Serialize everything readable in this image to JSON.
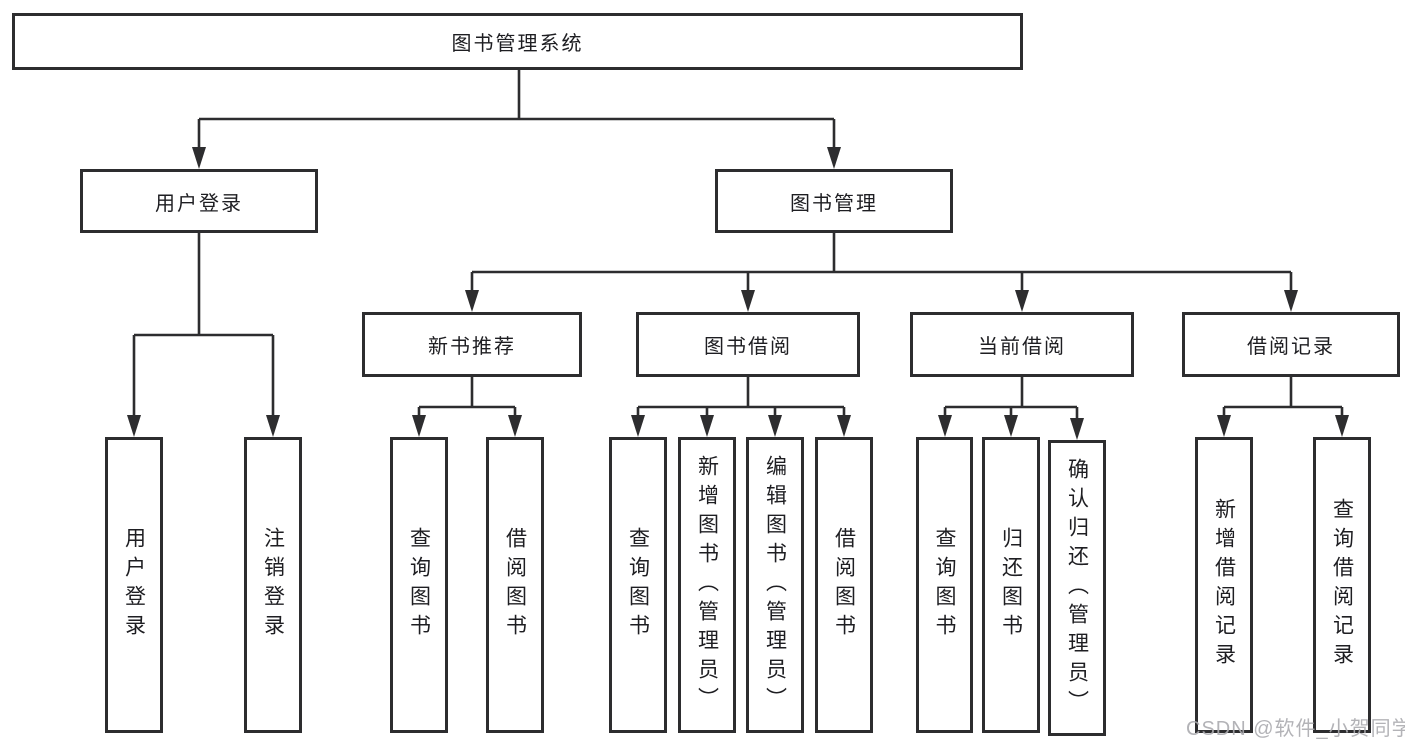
{
  "diagram": {
    "root": {
      "label": "图书管理系统"
    },
    "branches": {
      "user_login": {
        "label": "用户登录",
        "children": [
          {
            "label": "用户登录"
          },
          {
            "label": "注销登录"
          }
        ]
      },
      "book_mgmt": {
        "label": "图书管理",
        "children": {
          "new_book_rec": {
            "label": "新书推荐",
            "children": [
              {
                "label": "查询图书"
              },
              {
                "label": "借阅图书"
              }
            ]
          },
          "book_borrow": {
            "label": "图书借阅",
            "children": [
              {
                "label": "查询图书"
              },
              {
                "label": "新增图书（管理员）"
              },
              {
                "label": "编辑图书（管理员）"
              },
              {
                "label": "借阅图书"
              }
            ]
          },
          "current_borrow": {
            "label": "当前借阅",
            "children": [
              {
                "label": "查询图书"
              },
              {
                "label": "归还图书"
              },
              {
                "label": "确认归还（管理员）"
              }
            ]
          },
          "borrow_record": {
            "label": "借阅记录",
            "children": [
              {
                "label": "新增借阅记录"
              },
              {
                "label": "查询借阅记录"
              }
            ]
          }
        }
      }
    }
  },
  "watermark": {
    "text": "CSDN @软件_小贺同学"
  },
  "colors": {
    "line": "#2d2d2f",
    "text": "#1e1e22",
    "watermark": "#ababaf"
  }
}
